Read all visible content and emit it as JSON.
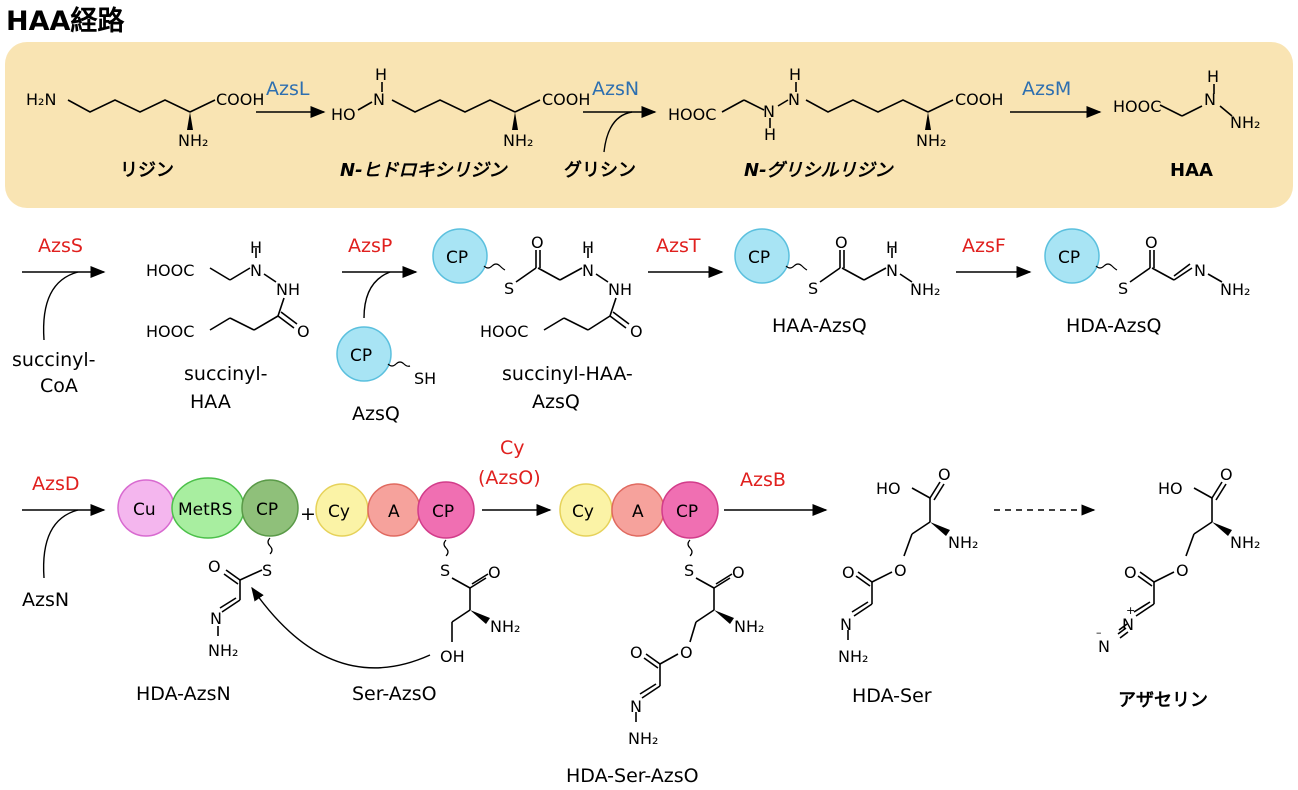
{
  "title": "HAA経路",
  "colors": {
    "panel_bg": "#f9e4b3",
    "enzyme_blue": "#2e6fb0",
    "enzyme_red": "#e0201e",
    "cp_cyan": "#a8e4f4",
    "cu_pink": "#f4b6ee",
    "metrs_green": "#a8eea0",
    "cp_green": "#8fc07a",
    "cy_yellow": "#fbf3a6",
    "a_salmon": "#f6a29c",
    "cp_magenta": "#f06fb2"
  },
  "row1": {
    "enzymes": [
      "AzsL",
      "AzsN",
      "AzsM"
    ],
    "compounds": [
      "リジン",
      "N-ヒドロキシリジン",
      "N-グリシルリジン",
      "HAA"
    ],
    "cosubstrate": "グリシン",
    "atoms": {
      "h2n": "H₂N",
      "cooh": "COOH",
      "nh2": "NH₂",
      "ho": "HO",
      "n": "N",
      "h": "H",
      "hooc": "HOOC"
    }
  },
  "row2": {
    "enzymes": [
      "AzsS",
      "AzsP",
      "AzsT",
      "AzsF"
    ],
    "cosubstrate_succinyl": "succinyl-\nCoA",
    "compounds": [
      "succinyl-HAA",
      "AzsQ",
      "succinyl-HAA-AzsQ",
      "HAA-AzsQ",
      "HDA-AzsQ"
    ],
    "domain_cp": "CP",
    "atoms": {
      "s": "S",
      "sh": "SH",
      "o": "O",
      "nh": "NH",
      "hooc": "HOOC",
      "nh2": "NH₂",
      "n": "N",
      "h": "H"
    }
  },
  "row3": {
    "enzymes": [
      "AzsD",
      "Cy\n(AzsO)",
      "AzsB"
    ],
    "cosubstrate": "AzsN",
    "domains": [
      "Cu",
      "MetRS",
      "CP",
      "Cy",
      "A",
      "CP"
    ],
    "plus": "+",
    "compounds": [
      "HDA-AzsN",
      "Ser-AzsO",
      "HDA-Ser-AzsO",
      "HDA-Ser",
      "アザセリン"
    ],
    "atoms": {
      "s": "S",
      "o": "O",
      "n": "N",
      "nh2": "NH₂",
      "oh": "OH",
      "ho": "HO"
    }
  }
}
